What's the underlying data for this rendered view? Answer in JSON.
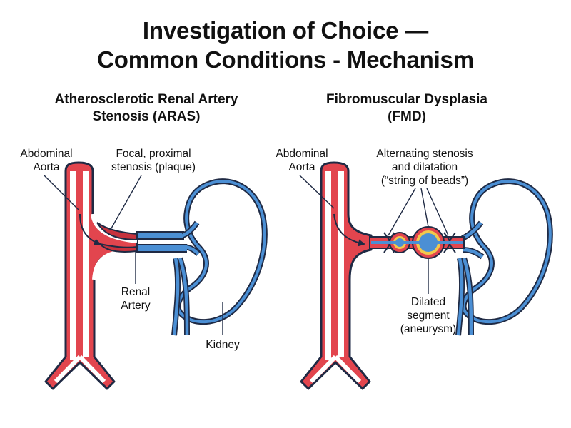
{
  "title": {
    "line1": "Investigation of Choice —",
    "line2": "Common Conditions - Mechanism"
  },
  "colors": {
    "artery_red": "#e2454e",
    "vein_blue": "#4b8fd4",
    "outline": "#1f2a44",
    "highlight_yellow": "#f2c94c"
  },
  "left_panel": {
    "heading_line1": "Atherosclerotic Renal Artery",
    "heading_line2": "Stenosis (ARAS)",
    "labels": {
      "aorta_line1": "Abdominal",
      "aorta_line2": "Aorta",
      "stenosis_line1": "Focal, proximal",
      "stenosis_line2": "stenosis (plaque)",
      "renal_line1": "Renal",
      "renal_line2": "Artery",
      "kidney": "Kidney"
    }
  },
  "right_panel": {
    "heading_line1": "Fibromuscular Dysplasia",
    "heading_line2": "(FMD)",
    "labels": {
      "aorta_line1": "Abdominal",
      "aorta_line2": "Aorta",
      "beads_line1": "Alternating stenosis",
      "beads_line2": "and dilatation",
      "beads_line3": "(“string of beads”)",
      "dilated_line1": "Dilated",
      "dilated_line2": "segment",
      "dilated_line3": "(aneurysm)"
    }
  }
}
